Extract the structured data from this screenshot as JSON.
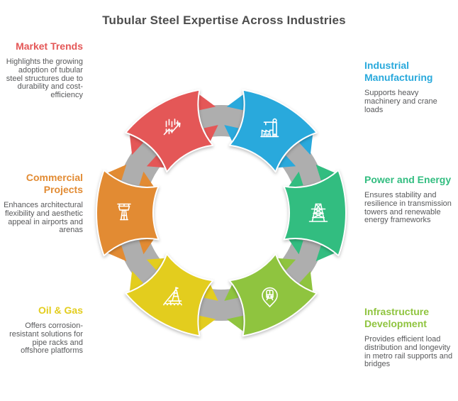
{
  "title": "Tubular Steel Expertise Across Industries",
  "colors": {
    "background": "#ffffff",
    "title": "#4d4d4d",
    "body_text": "#58595b",
    "ring": "#aeaeae",
    "icon_stroke": "#ffffff"
  },
  "segments": [
    {
      "id": "market-trends",
      "label": "Market Trends",
      "description": "Highlights the growing adoption of tubular steel structures due to durability and cost-efficiency",
      "color": "#e45757",
      "icon": "trend-chart-icon",
      "angle": -120,
      "text_side": "left"
    },
    {
      "id": "industrial-manufacturing",
      "label": "Industrial Manufacturing",
      "description": "Supports heavy machinery and crane loads",
      "color": "#29a9dc",
      "icon": "factory-crane-icon",
      "angle": -60,
      "text_side": "right"
    },
    {
      "id": "commercial-projects",
      "label": "Commercial Projects",
      "description": "Enhances architectural flexibility and aesthetic appeal in airports and arenas",
      "color": "#e28b33",
      "icon": "airport-tower-icon",
      "angle": 180,
      "text_side": "left"
    },
    {
      "id": "power-energy",
      "label": "Power and Energy",
      "description": "Ensures stability and resilience in transmission towers and renewable energy frameworks",
      "color": "#32bd80",
      "icon": "transmission-tower-icon",
      "angle": 0,
      "text_side": "right"
    },
    {
      "id": "oil-gas",
      "label": "Oil & Gas",
      "description": "Offers corrosion-resistant solutions for pipe racks and offshore platforms",
      "color": "#e3cd1e",
      "icon": "oil-platform-icon",
      "angle": 120,
      "text_side": "left"
    },
    {
      "id": "infrastructure-development",
      "label": "Infrastructure Development",
      "description": "Provides efficient load distribution and longevity in metro rail supports and bridges",
      "color": "#8fc43f",
      "icon": "metro-pin-icon",
      "angle": 60,
      "text_side": "right"
    }
  ]
}
